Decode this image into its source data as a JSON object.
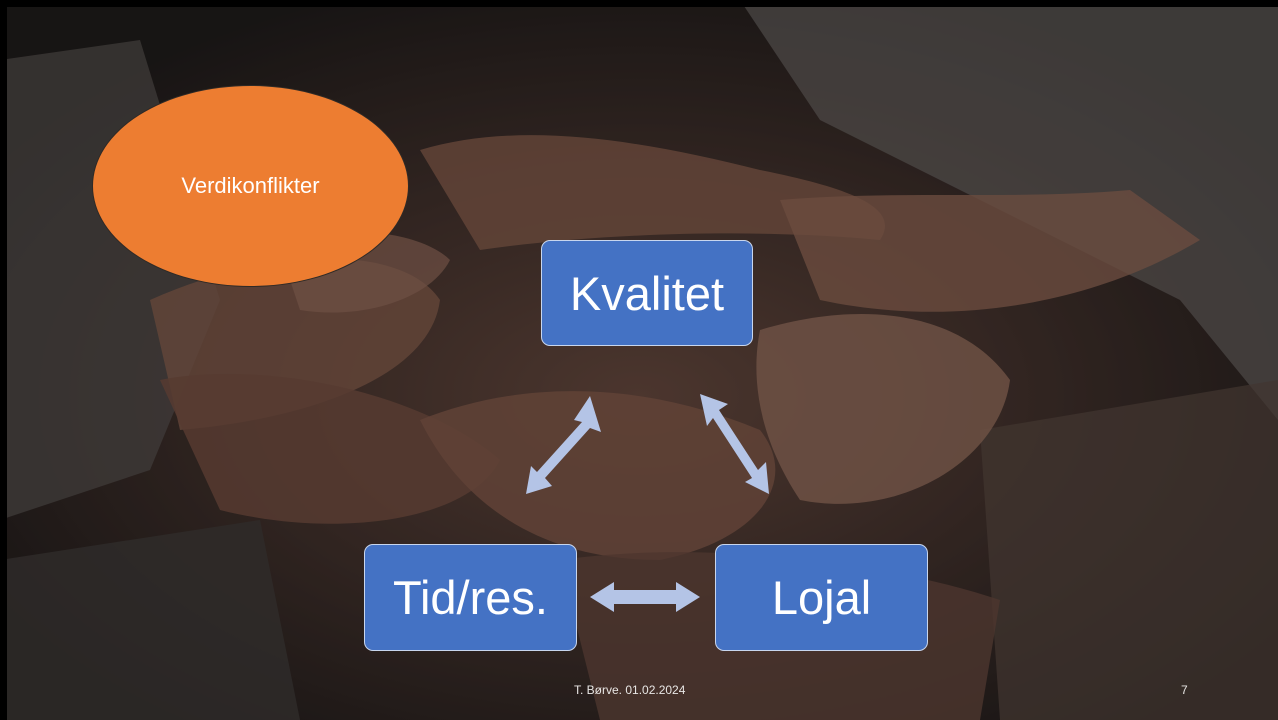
{
  "slide": {
    "oval_label": "Verdikonflikter",
    "boxes": {
      "top": "Kvalitet",
      "left": "Tid/res.",
      "right": "Lojal"
    },
    "footer": {
      "author_date": "T. Børve. 01.02.2024",
      "slide_number": "7"
    },
    "background_image": "people-stacking-hands-in-circle-photo"
  },
  "colors": {
    "box_fill": "#4472c4",
    "oval_fill": "#ed7d31",
    "arrow_fill": "#b4c4e6"
  }
}
